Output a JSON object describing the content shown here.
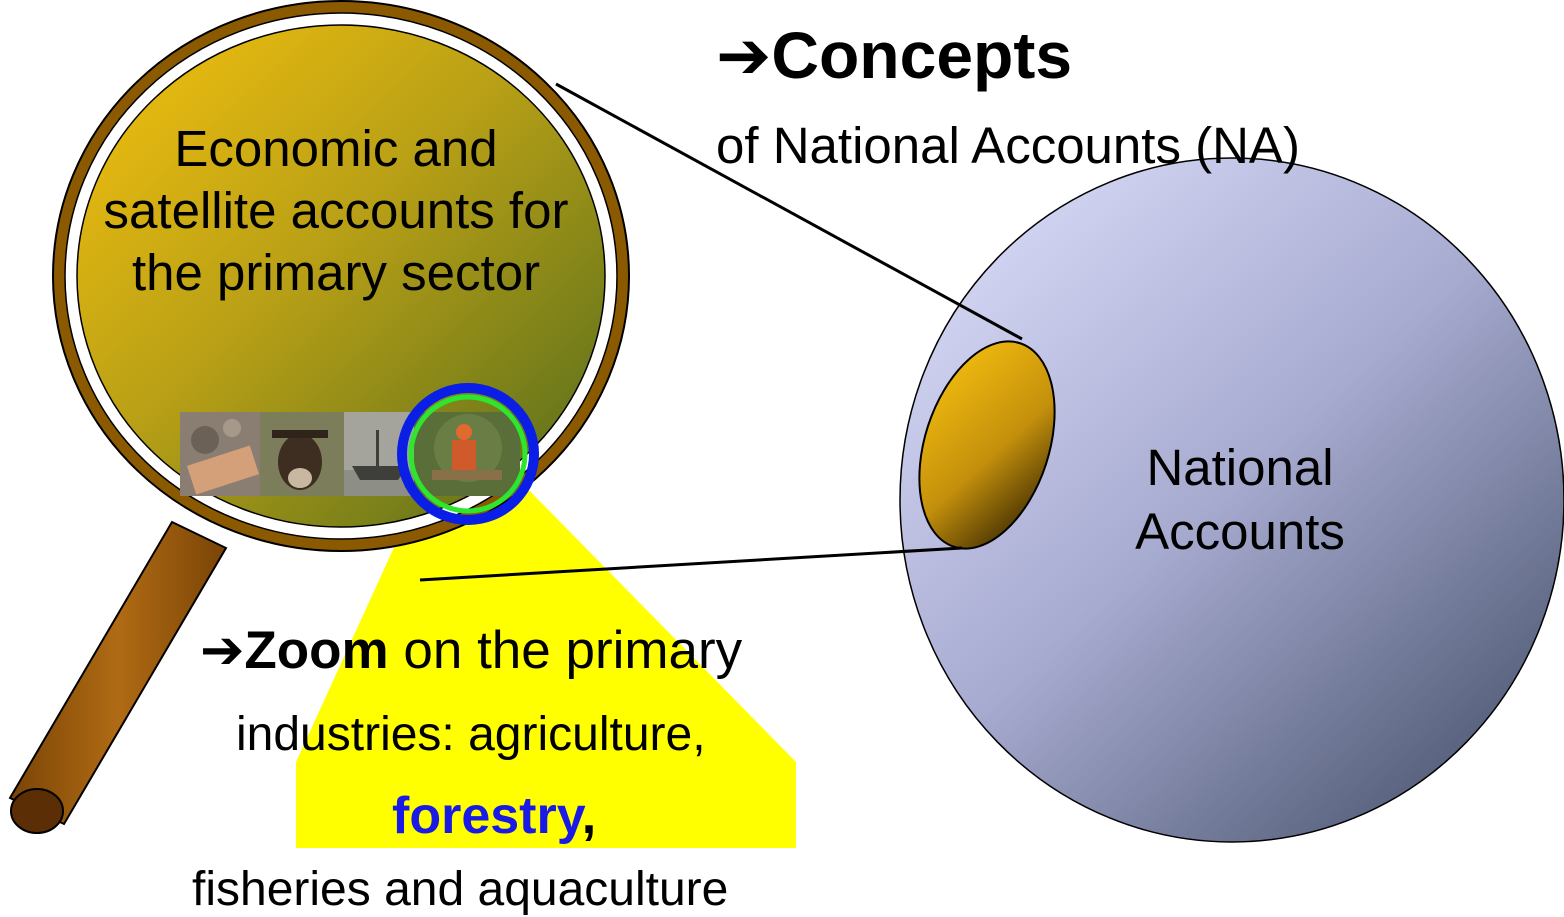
{
  "colors": {
    "lens_rim": "#8b5a00",
    "handle": "#9b5c12",
    "gold": "#f5bf10",
    "olive": "#5a6f1c",
    "sphere_light": "#c3c6ea",
    "sphere_dark": "#4b5670",
    "beam": "#ffff00",
    "ring_outer": "#0a1ee6",
    "ring_inner": "#2ee62e",
    "forestry_text": "#1a1ae6"
  },
  "concepts": {
    "arrow": "➔",
    "heading": "Concepts",
    "subheading": "of National Accounts (NA)"
  },
  "magnifier": {
    "text": "Economic and satellite accounts for the primary sector",
    "thumbnails": [
      "money-photo",
      "cow-photo",
      "fishing-boat-photo",
      "forestry-worker-photo"
    ]
  },
  "national_accounts": {
    "label": "National Accounts"
  },
  "zoom": {
    "arrow": "➔",
    "keyword": "Zoom",
    "line1_rest": " on the primary",
    "line2": "industries: agriculture,",
    "line3_highlight": "forestry",
    "line3_rest": ",",
    "line4": "fisheries and aquaculture"
  }
}
